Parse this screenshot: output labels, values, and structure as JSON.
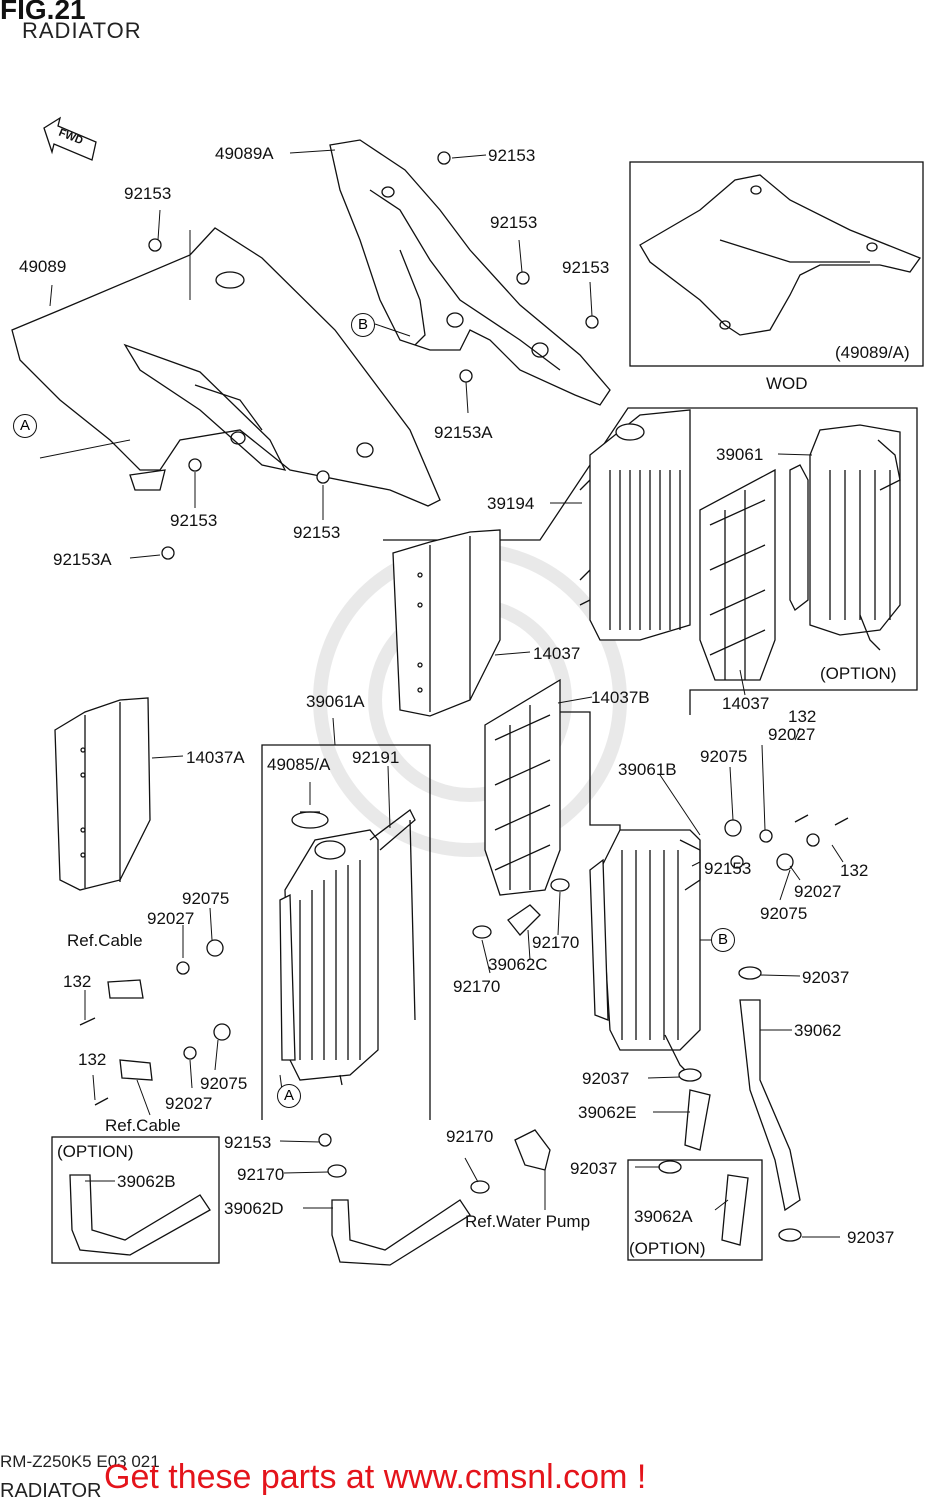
{
  "figure": {
    "title": "FIG.21",
    "subtitle": "RADIATOR"
  },
  "fwd": "FWD",
  "labels": {
    "p49089A": "49089A",
    "p49089": "49089",
    "p92153_a": "92153",
    "p92153_b": "92153",
    "p92153_c": "92153",
    "p92153_d": "92153",
    "p92153_e": "92153",
    "p92153_f": "92153",
    "p92153A_a": "92153A",
    "p92153A_b": "92153A",
    "wod_part": "(49089/A)",
    "wod": "WOD",
    "p39061": "39061",
    "p39194": "39194",
    "p14037_a": "14037",
    "p14037_b": "14037",
    "option_a": "(OPTION)",
    "p39061A": "39061A",
    "p14037B": "14037B",
    "p14037A": "14037A",
    "p49085A": "49085/A",
    "p92191": "92191",
    "p39061B": "39061B",
    "p132_a": "132",
    "p92027_a": "92027",
    "p92075_a": "92075",
    "p92153_g": "92153",
    "p132_b": "132",
    "p92027_b": "92027",
    "p92075_b": "92075",
    "p92075_c": "92075",
    "p92027_c": "92027",
    "ref_cable_a": "Ref.Cable",
    "p132_c": "132",
    "p92170_a": "92170",
    "p39062C": "39062C",
    "p92170_b": "92170",
    "p92037_a": "92037",
    "p39062": "39062",
    "p132_d": "132",
    "p92075_d": "92075",
    "p92027_d": "92027",
    "ref_cable_b": "Ref.Cable",
    "p92153_h": "92153",
    "p92170_c": "92170",
    "option_b": "(OPTION)",
    "p39062B": "39062B",
    "p39062D": "39062D",
    "p92037_b": "92037",
    "p39062E": "39062E",
    "p92170_d": "92170",
    "p92037_c": "92037",
    "ref_water_pump": "Ref.Water Pump",
    "p39062A": "39062A",
    "option_c": "(OPTION)",
    "p92037_d": "92037"
  },
  "markers": {
    "A": "A",
    "B": "B"
  },
  "footer": {
    "code": "RM-Z250K5 E03 021",
    "code_sub": "RADIATOR",
    "promo": "Get these parts at www.cmsnl.com !"
  }
}
